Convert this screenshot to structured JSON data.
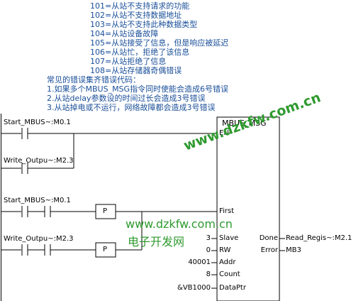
{
  "error_codes": [
    "101=从站不支持请求的功能",
    "102=从站不支持数据地址",
    "103=从站不支持此种数据类型",
    "104=从站设备故障",
    "105=从站接受了信息，但是响应被延迟",
    "106=从站忙，拒绝了该信息",
    "107=从站拒绝了信息",
    "108=从站存储器奇偶错误"
  ],
  "common_errors": {
    "title": "常见的错误集齐错误代码：",
    "items": [
      "1.如果多个MBUS_MSG指令同时使能会造成6号错误",
      "2.从站delay参数设的时间过长会造成3号错误",
      "3.从站掉电或不运行，网络故障都会造成3号错误"
    ]
  },
  "ladder": {
    "contacts": [
      "Start_MBUS~:M0.1",
      "Write_Outpu~:M2.3",
      "Start_MBUS~:M0.1",
      "Write_Outpu~:M2.3"
    ],
    "p_label": "P",
    "block": {
      "title": "MBUS_MSG",
      "en": "EN",
      "first": "First",
      "inputs": [
        {
          "value": "3",
          "pin": "Slave"
        },
        {
          "value": "0",
          "pin": "RW"
        },
        {
          "value": "40001",
          "pin": "Addr"
        },
        {
          "value": "8",
          "pin": "Count"
        },
        {
          "value": "&VB1000",
          "pin": "DataPtr"
        }
      ],
      "outputs": [
        {
          "pin": "Done",
          "value": "Read_Regis~:M2.1"
        },
        {
          "pin": "Error",
          "value": "MB3"
        }
      ]
    }
  },
  "watermarks": {
    "url_diag": "www.dzkfw.com.cn",
    "url": "www.dzkfw.com.cn",
    "cn_name": "电子开发网"
  }
}
